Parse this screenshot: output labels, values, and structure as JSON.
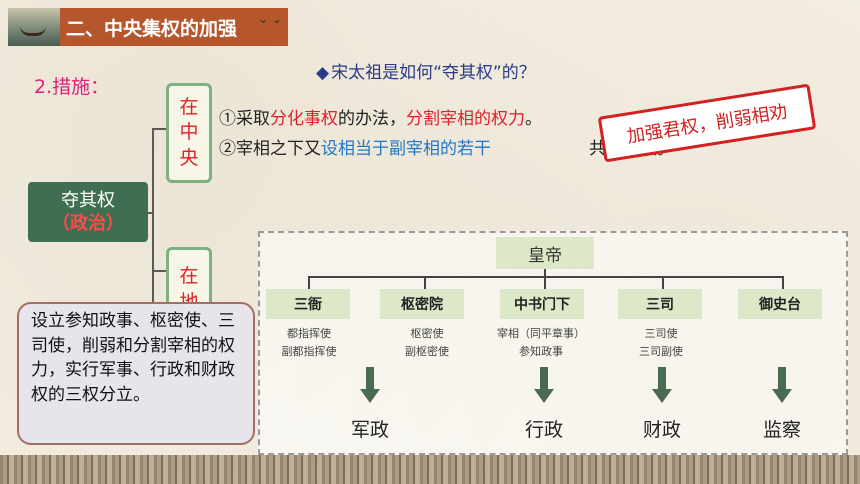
{
  "header": {
    "title": "二、中央集权的加强",
    "image_icon": "landscape-painting-icon",
    "birds_icon": "flying-birds-icon"
  },
  "measure_label": "2.措施：",
  "question": {
    "icon": "diamond-icon",
    "text": "宋太祖是如何“夺其权”的？"
  },
  "main_node": {
    "line1": "夺其权",
    "line2": "（政治）"
  },
  "center_box": [
    "在",
    "中",
    "央"
  ],
  "local_box": [
    "在",
    "地"
  ],
  "point1": {
    "prefix": "①采取",
    "red1": "分化事权",
    "mid": "的办法，",
    "red2": "分割宰相的权力",
    "suffix": "。"
  },
  "point2": {
    "prefix": "②宰相之下又",
    "blue": "设相当于副宰相的若干",
    "suffix": "共同议政。"
  },
  "stamp": "加强君权，削弱相劝",
  "diagram": {
    "emperor": "皇帝",
    "orgs": [
      {
        "name": "三衙",
        "subs": [
          "都指挥使",
          "副都指挥使"
        ]
      },
      {
        "name": "枢密院",
        "subs": [
          "枢密使",
          "副枢密使"
        ]
      },
      {
        "name": "中书门下",
        "subs": [
          "宰相（同平章事）",
          "参知政事"
        ]
      },
      {
        "name": "三司",
        "subs": [
          "三司使",
          "三司副使"
        ]
      },
      {
        "name": "御史台",
        "subs": []
      }
    ],
    "functions": [
      "军政",
      "行政",
      "财政",
      "监察"
    ]
  },
  "note": "设立参知政事、枢密使、三司使，削弱和分割宰相的权力，实行军事、行政和财政权的三权分立。",
  "colors": {
    "header_bg": "#b5562c",
    "node_green": "#3f6e52",
    "red": "#e0202a",
    "blue": "#2276c8",
    "pink": "#e0207a"
  }
}
